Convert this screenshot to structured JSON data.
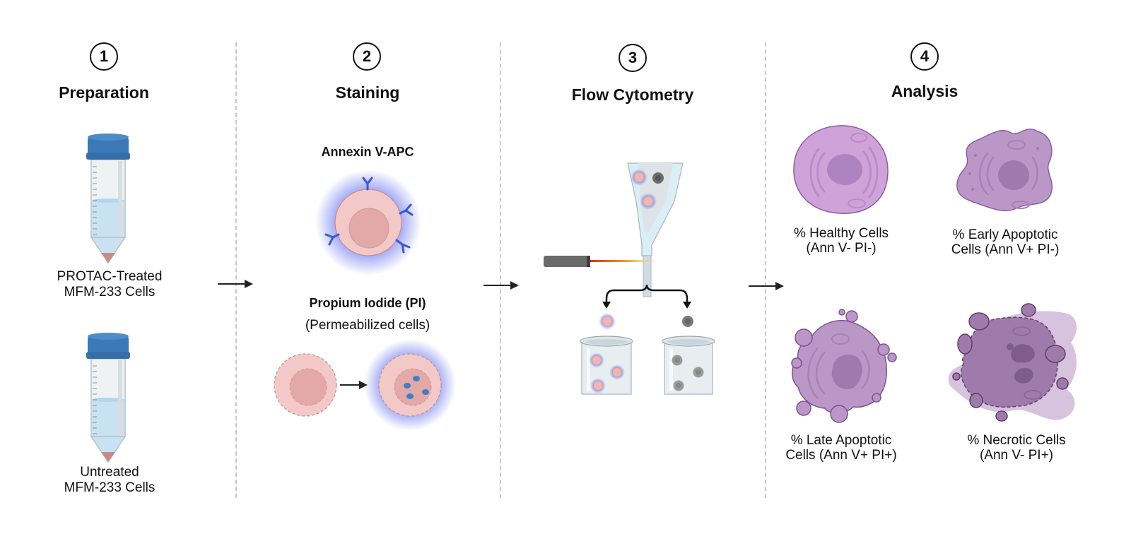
{
  "steps": [
    {
      "number": "1",
      "title": "Preparation"
    },
    {
      "number": "2",
      "title": "Staining"
    },
    {
      "number": "3",
      "title": "Flow Cytometry"
    },
    {
      "number": "4",
      "title": "Analysis"
    }
  ],
  "preparation": {
    "tubes": [
      {
        "line1": "PROTAC-Treated",
        "line2": "MFM-233 Cells"
      },
      {
        "line1": "Untreated",
        "line2": "MFM-233 Cells"
      }
    ]
  },
  "staining": {
    "annexin_label": "Annexin V-APC",
    "pi_label": "Propium Iodide (PI)",
    "pi_sublabel": "(Permeabilized cells)"
  },
  "analysis": {
    "cells": [
      {
        "line1": "% Healthy Cells",
        "line2": "(Ann V- PI-)"
      },
      {
        "line1": "% Early Apoptotic",
        "line2": "Cells (Ann V+ PI-)"
      },
      {
        "line1": "% Late Apoptotic",
        "line2": "Cells (Ann V+ PI+)"
      },
      {
        "line1": "% Necrotic Cells",
        "line2": "(Ann V- PI+)"
      }
    ]
  },
  "colors": {
    "cap_blue": "#3b79b8",
    "liquid_blue": "#c9e2f2",
    "cell_pink": "#f2c9c8",
    "nucleus_pink": "#e2a9a8",
    "antibody_blue": "#3a55d8",
    "glow_blue": "#6f7cf0",
    "healthy_purple": "#cfa3da",
    "apoptotic_purple": "#bb97c8",
    "necrotic_purple": "#9e7bab",
    "laser_gray": "#6b6b6b"
  }
}
